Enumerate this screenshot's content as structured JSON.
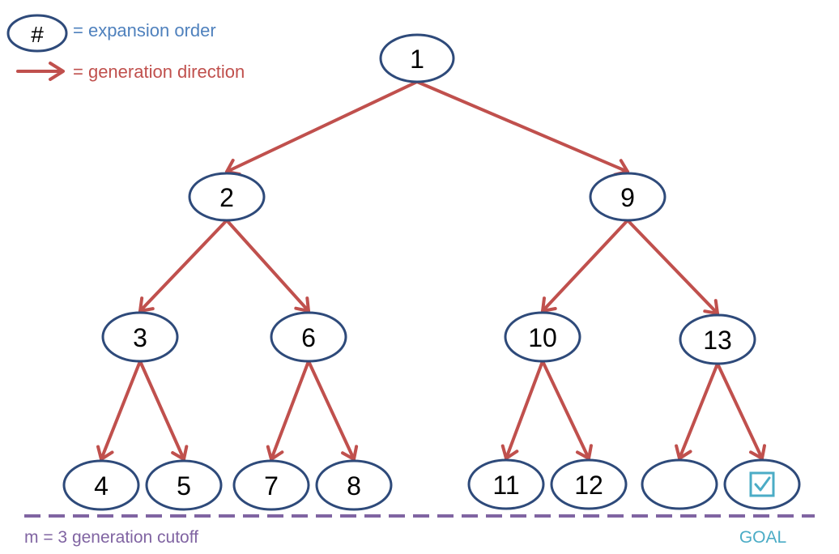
{
  "legend": {
    "node_symbol": "#",
    "expansion_label": "= expansion order",
    "arrow_label": "= generation direction"
  },
  "cutoff_label": "m = 3 generation cutoff",
  "goal_label": "GOAL",
  "colors": {
    "node_stroke": "#2e4a7a",
    "arrow": "#c0504d",
    "expansion_text": "#4f81bd",
    "generation_text": "#c0504d",
    "cutoff": "#8064a2",
    "goal": "#4bacc6"
  },
  "nodes": [
    {
      "id": "n1",
      "label": "1"
    },
    {
      "id": "n2",
      "label": "2"
    },
    {
      "id": "n9",
      "label": "9"
    },
    {
      "id": "n3",
      "label": "3"
    },
    {
      "id": "n6",
      "label": "6"
    },
    {
      "id": "n10",
      "label": "10"
    },
    {
      "id": "n13",
      "label": "13"
    },
    {
      "id": "n4",
      "label": "4"
    },
    {
      "id": "n5",
      "label": "5"
    },
    {
      "id": "n7",
      "label": "7"
    },
    {
      "id": "n8",
      "label": "8"
    },
    {
      "id": "n11",
      "label": "11"
    },
    {
      "id": "n12",
      "label": "12"
    },
    {
      "id": "nblank",
      "label": ""
    },
    {
      "id": "ngoal",
      "label": "",
      "goal": true
    }
  ],
  "edges": [
    [
      "n1",
      "n2"
    ],
    [
      "n1",
      "n9"
    ],
    [
      "n2",
      "n3"
    ],
    [
      "n2",
      "n6"
    ],
    [
      "n9",
      "n10"
    ],
    [
      "n9",
      "n13"
    ],
    [
      "n3",
      "n4"
    ],
    [
      "n3",
      "n5"
    ],
    [
      "n6",
      "n7"
    ],
    [
      "n6",
      "n8"
    ],
    [
      "n10",
      "n11"
    ],
    [
      "n10",
      "n12"
    ],
    [
      "n13",
      "nblank"
    ],
    [
      "n13",
      "ngoal"
    ]
  ]
}
